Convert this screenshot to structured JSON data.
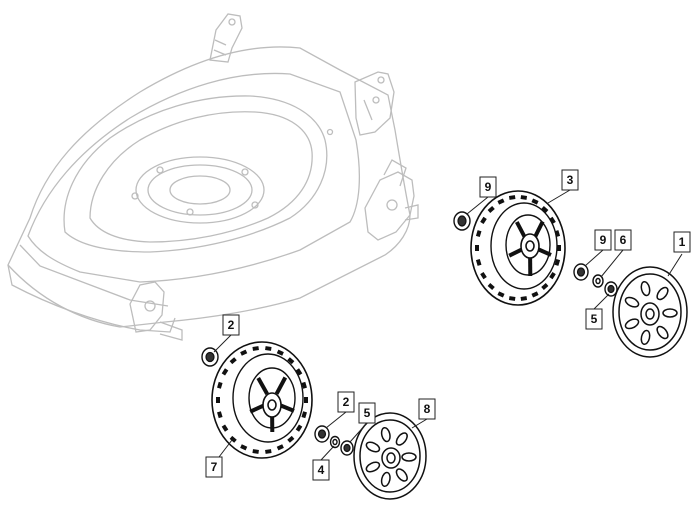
{
  "diagram": {
    "type": "exploded-parts-diagram",
    "colors": {
      "deck_outline": "#bdbdbd",
      "parts_outline": "#111111",
      "callout_border": "#222222"
    },
    "callouts": [
      {
        "id": "c1",
        "label": "1"
      },
      {
        "id": "c2a",
        "label": "2"
      },
      {
        "id": "c2b",
        "label": "2"
      },
      {
        "id": "c3",
        "label": "3"
      },
      {
        "id": "c4",
        "label": "4"
      },
      {
        "id": "c5a",
        "label": "5"
      },
      {
        "id": "c5b",
        "label": "5"
      },
      {
        "id": "c6",
        "label": "6"
      },
      {
        "id": "c7",
        "label": "7"
      },
      {
        "id": "c8",
        "label": "8"
      },
      {
        "id": "c9a",
        "label": "9"
      },
      {
        "id": "c9b",
        "label": "9"
      }
    ]
  }
}
